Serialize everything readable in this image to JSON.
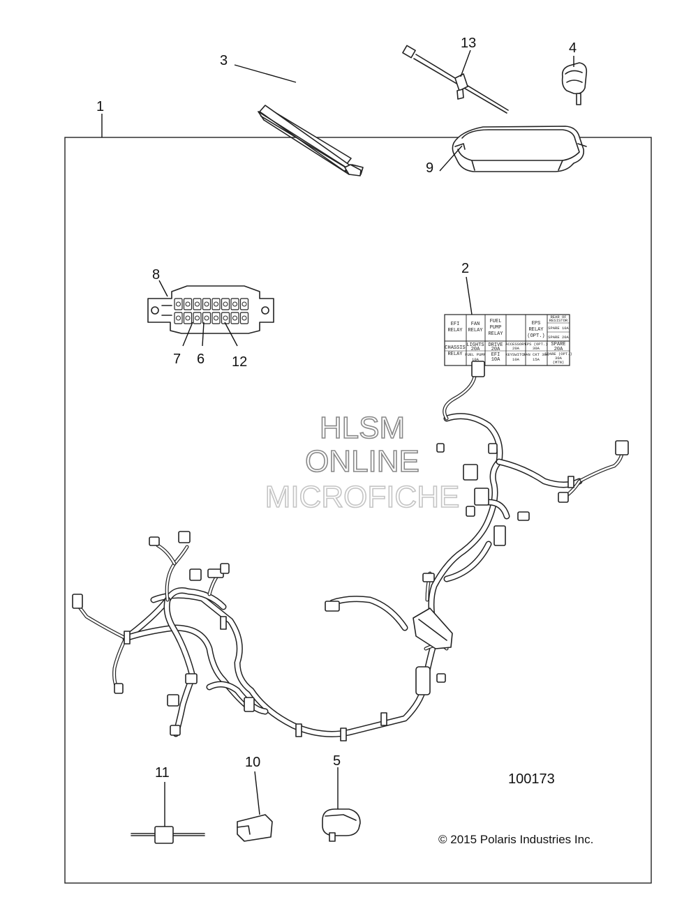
{
  "diagram": {
    "callouts": [
      "1",
      "2",
      "3",
      "4",
      "5",
      "6",
      "7",
      "8",
      "9",
      "10",
      "11",
      "12",
      "13"
    ],
    "watermark": [
      "HLSM",
      "ONLINE",
      "MICROFICHE"
    ],
    "figure_number": "100173",
    "copyright": "© 2015 Polaris Industries Inc.",
    "fuse_label": {
      "r1": [
        "EFI",
        "RELAY"
      ],
      "r2": [
        "FAN",
        "RELAY"
      ],
      "r3": [
        "FUEL",
        "PUMP",
        "RELAY"
      ],
      "r5": [
        "EPS",
        "RELAY",
        "(OPT.)"
      ],
      "r6a": [
        "REAR OF",
        "RESISTOR"
      ],
      "r6b": "SPARE 10A",
      "r6c": "SPARE 20A",
      "chassis": [
        "CHASSIS",
        "RELAY"
      ],
      "lights": [
        "LIGHTS",
        "20A"
      ],
      "drive": [
        "DRIVE",
        "20A"
      ],
      "accessory": [
        "ACCESSORY",
        "20A"
      ],
      "epsopt": [
        "EPS (OPT.)",
        "30A"
      ],
      "spare20": [
        "SPARE",
        "20A"
      ],
      "fuelpump": [
        "FUEL PUMP",
        "10A"
      ],
      "efi": [
        "EFI",
        "10A"
      ],
      "keyswitch": [
        "KEYSWITCH",
        "10A"
      ],
      "fanckt": [
        "FAN CKT 30A",
        "15A"
      ],
      "spareopt": [
        "SPARE (OPT.)",
        "30A",
        "(MTN)"
      ]
    }
  }
}
